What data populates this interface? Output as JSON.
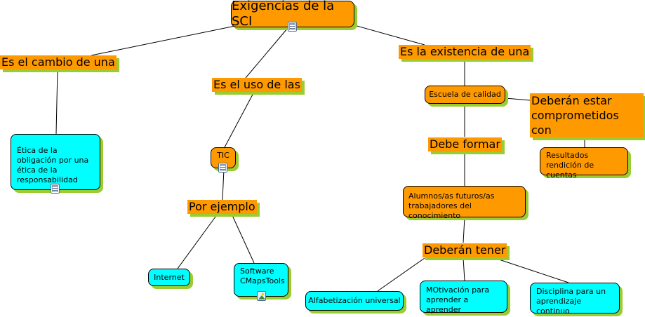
{
  "root": {
    "text": "Exigencias de la SCI",
    "icon": "document-icon"
  },
  "links": {
    "left": "Es el cambio de una",
    "middle": "Es el uso de las",
    "right": "Es la existencia de una",
    "example": "Por ejemplo",
    "committed": "Deberán estar comprometidos con",
    "train": "Debe formar",
    "have": "Deberán tener"
  },
  "concepts": {
    "ethics": {
      "text": "Ética de la obligación por una ética de la responsabilidad",
      "icon": "document-icon"
    },
    "tic": {
      "text": "TIC",
      "icon": "document-icon"
    },
    "internet": "Internet",
    "software": {
      "text": "Software CMapsTools",
      "icon": "image-icon"
    },
    "school": "Escuela de calidad",
    "results": "Resultados rendición de cuentas",
    "students": "Alumnos/as futuros/as trabajadores del conocimiento",
    "literacy": "Alfabetización universal",
    "motivation": "MOtivación para aprender a aprender",
    "discipline": "Disciplina para un aprendizaje continuo"
  },
  "colors": {
    "concept_orange": "#ff9900",
    "concept_cyan": "#00ffff",
    "shadow": "#9acd32",
    "line": "#000000"
  }
}
